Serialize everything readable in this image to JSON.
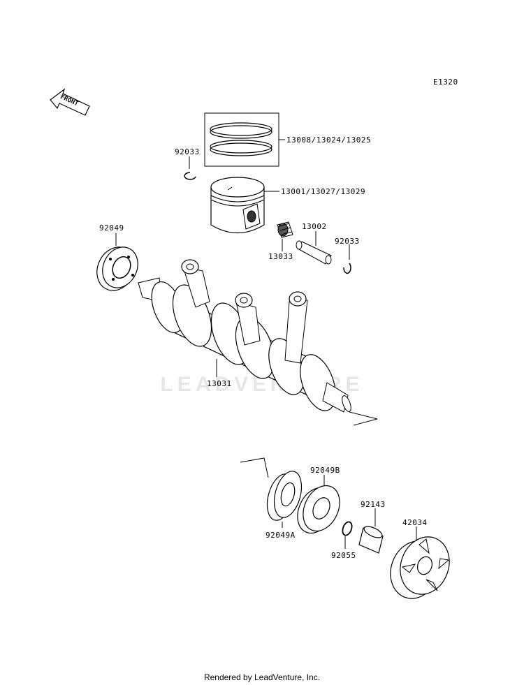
{
  "diagram_code": "E1320",
  "front_label": "FRONT",
  "watermark": "LEADVENTURE",
  "footer": "Rendered by LeadVenture, Inc.",
  "parts": {
    "rings": "13008/13024/13025",
    "piston": "13001/13027/13029",
    "clip_left": "92033",
    "clip_right": "92033",
    "pin": "13002",
    "needle_bearing": "13033",
    "seal_left": "92049",
    "crankshaft": "13031",
    "seal_a": "92049A",
    "seal_b": "92049B",
    "collar": "92143",
    "o_ring": "92055",
    "coupling": "42034"
  }
}
